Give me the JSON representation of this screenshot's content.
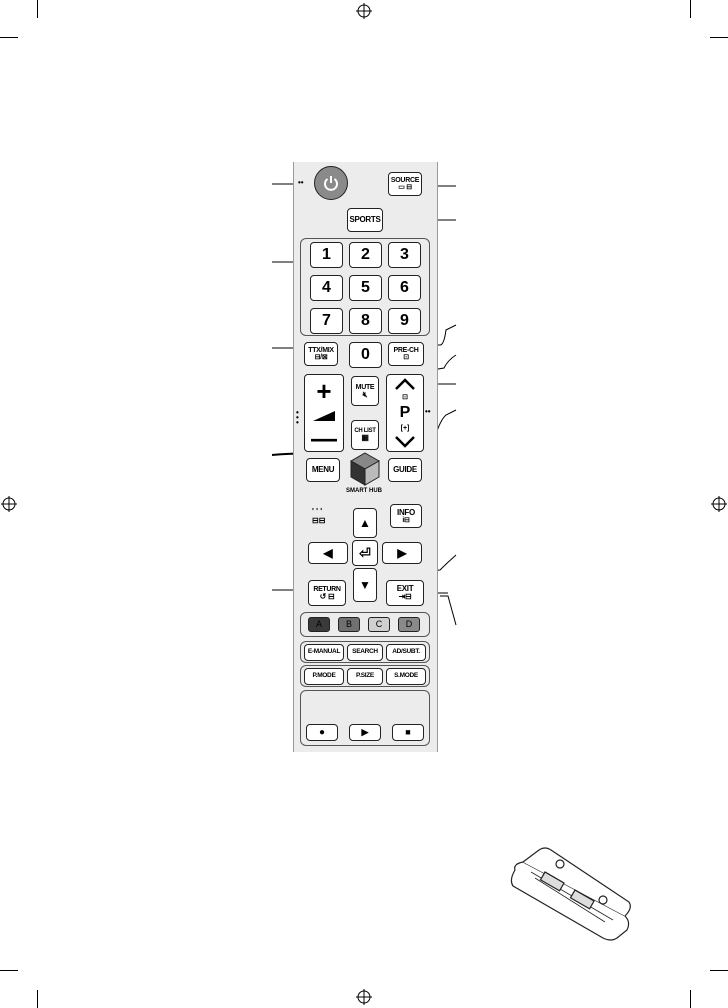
{
  "remote": {
    "power_icon": "power-icon",
    "source": "SOURCE",
    "sports": "SPORTS",
    "numbers": [
      "1",
      "2",
      "3",
      "4",
      "5",
      "6",
      "7",
      "8",
      "9",
      "0"
    ],
    "ttx_mix": "TTX/MIX",
    "pre_ch": "PRE-CH",
    "mute": "MUTE",
    "p_label": "P",
    "ch_list": "CH LIST",
    "menu": "MENU",
    "guide": "GUIDE",
    "smart_hub": "SMART HUB",
    "info": "INFO",
    "return": "RETURN",
    "exit": "EXIT",
    "colors": [
      "A",
      "B",
      "C",
      "D"
    ],
    "color_hex": [
      "#3a3a3a",
      "#707070",
      "#d0d0d0",
      "#8a8a8a"
    ],
    "row1": [
      "E-MANUAL",
      "SEARCH",
      "AD/SUBT."
    ],
    "row2": [
      "P.MODE",
      "P.SIZE",
      "S.MODE"
    ],
    "media_icons": [
      "record-icon",
      "play-icon",
      "stop-icon"
    ]
  }
}
